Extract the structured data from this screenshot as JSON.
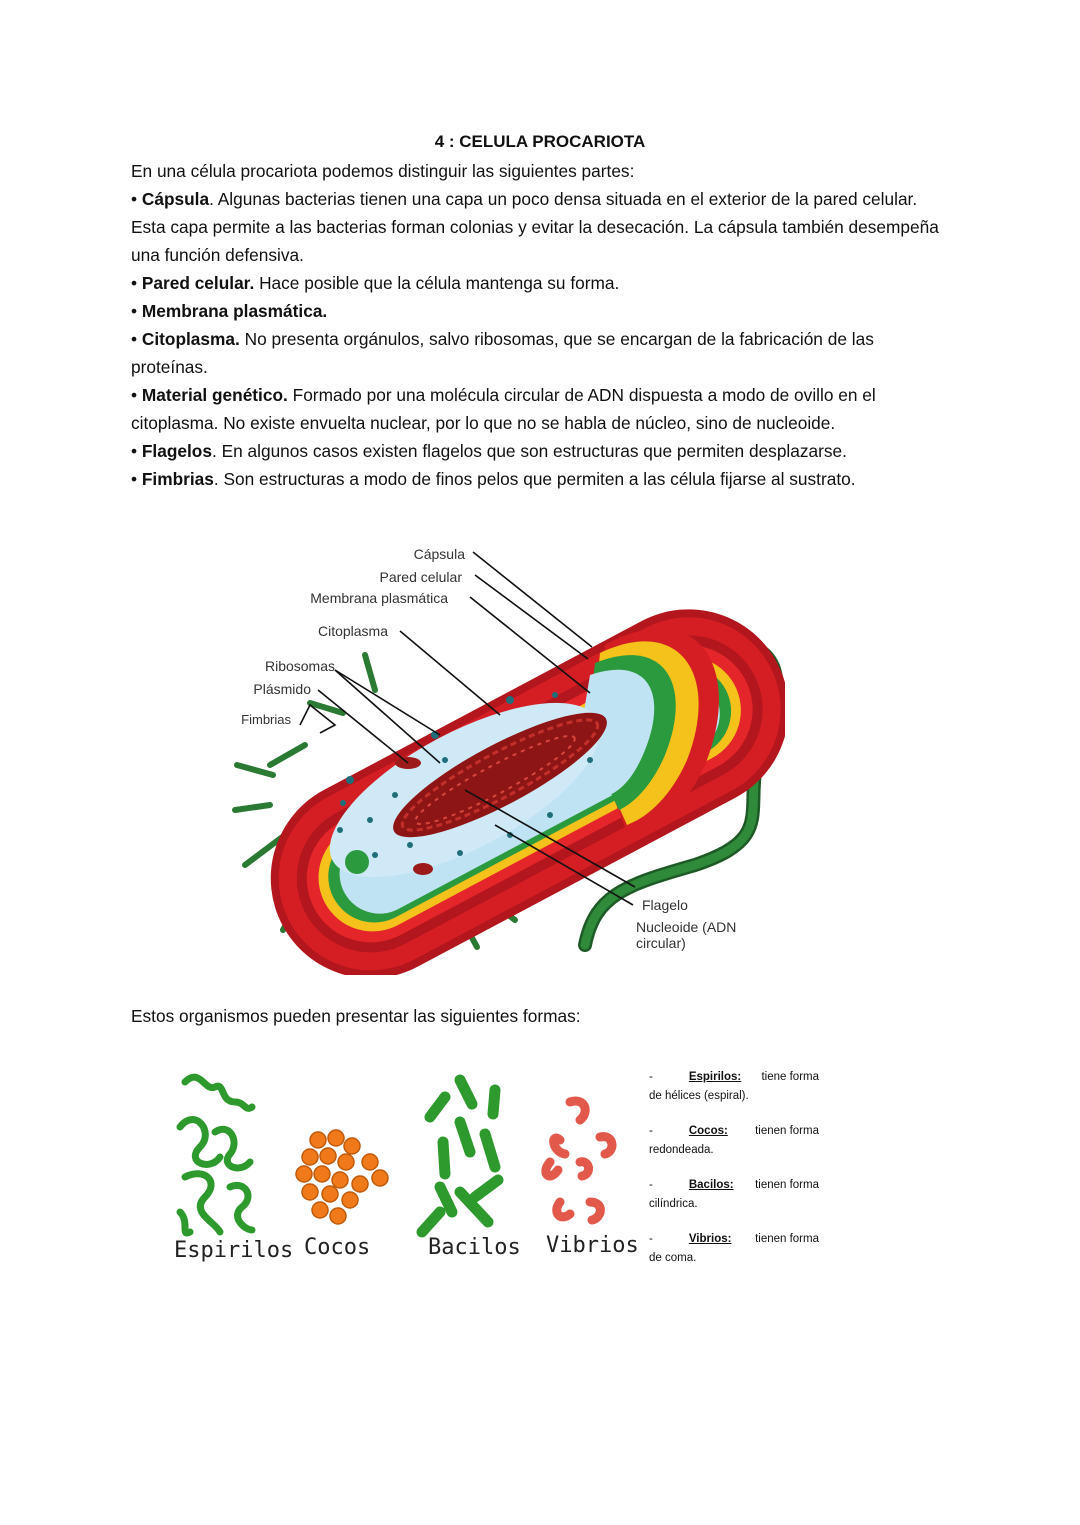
{
  "title": "4 : CELULA PROCARIOTA",
  "intro": "En una célula procariota podemos distinguir las siguientes partes:",
  "parts": [
    {
      "term": "Cápsula",
      "text": ". Algunas bacterias tienen una capa un poco densa situada en el exterior de la pared celular. Esta capa permite a las bacterias forman colonias y evitar la desecación. La cápsula también desempeña una función defensiva."
    },
    {
      "term": "Pared celular.",
      "text": " Hace posible que la célula mantenga su forma."
    },
    {
      "term": "Membrana plasmática.",
      "text": ""
    },
    {
      "term": "Citoplasma.",
      "text": " No presenta orgánulos, salvo ribosomas, que se encargan de la fabricación de las proteínas."
    },
    {
      "term": "Material genético.",
      "text": " Formado por una molécula circular de ADN dispuesta a modo de ovillo en el citoplasma. No existe envuelta nuclear, por lo que no se habla de núcleo, sino de nucleoide."
    },
    {
      "term": "Flagelos",
      "text": ". En algunos casos existen flagelos que son estructuras que permiten desplazarse."
    },
    {
      "term": "Fimbrias",
      "text": ". Son estructuras a modo de finos pelos que permiten a las célula fijarse al sustrato."
    }
  ],
  "diagram_labels": {
    "capsula": "Cápsula",
    "pared": "Pared celular",
    "membrana": "Membrana plasmática",
    "citoplasma": "Citoplasma",
    "ribosomas": "Ribosomas",
    "plasmido": "Plásmido",
    "fimbrias": "Fimbrias",
    "flagelo": "Flagelo",
    "nucleoide_1": "Nucleoide (ADN",
    "nucleoide_2": "circular)"
  },
  "shapes_intro": "Estos organismos pueden presentar las siguientes formas:",
  "shape_captions": {
    "espirilos": "Espirilos",
    "cocos": "Cocos",
    "bacilos": "Bacilos",
    "vibrios": "Vibrios"
  },
  "shape_list": [
    {
      "dash": "-",
      "term": "Espirilos:",
      "first_rest": "tiene forma",
      "second": "de hélices (espiral)."
    },
    {
      "dash": "-",
      "term": "Cocos:",
      "first_rest": "tienen forma",
      "second": "redondeada."
    },
    {
      "dash": "-",
      "term": "Bacilos:",
      "first_rest": "tienen forma",
      "second": "cilíndrica."
    },
    {
      "dash": "-",
      "term": "Vibrios:",
      "first_rest": "tienen forma",
      "second": "de coma."
    }
  ],
  "colors": {
    "capsule": "#c8161d",
    "wall_yellow": "#f4c21b",
    "membrane_green": "#2b9a3e",
    "cytoplasm": "#bfe3f2",
    "dna": "#9c1a1a",
    "bacteria_green": "#2e9a2e",
    "cocos_orange": "#f07a1a",
    "vibrio_red": "#e2584a"
  }
}
